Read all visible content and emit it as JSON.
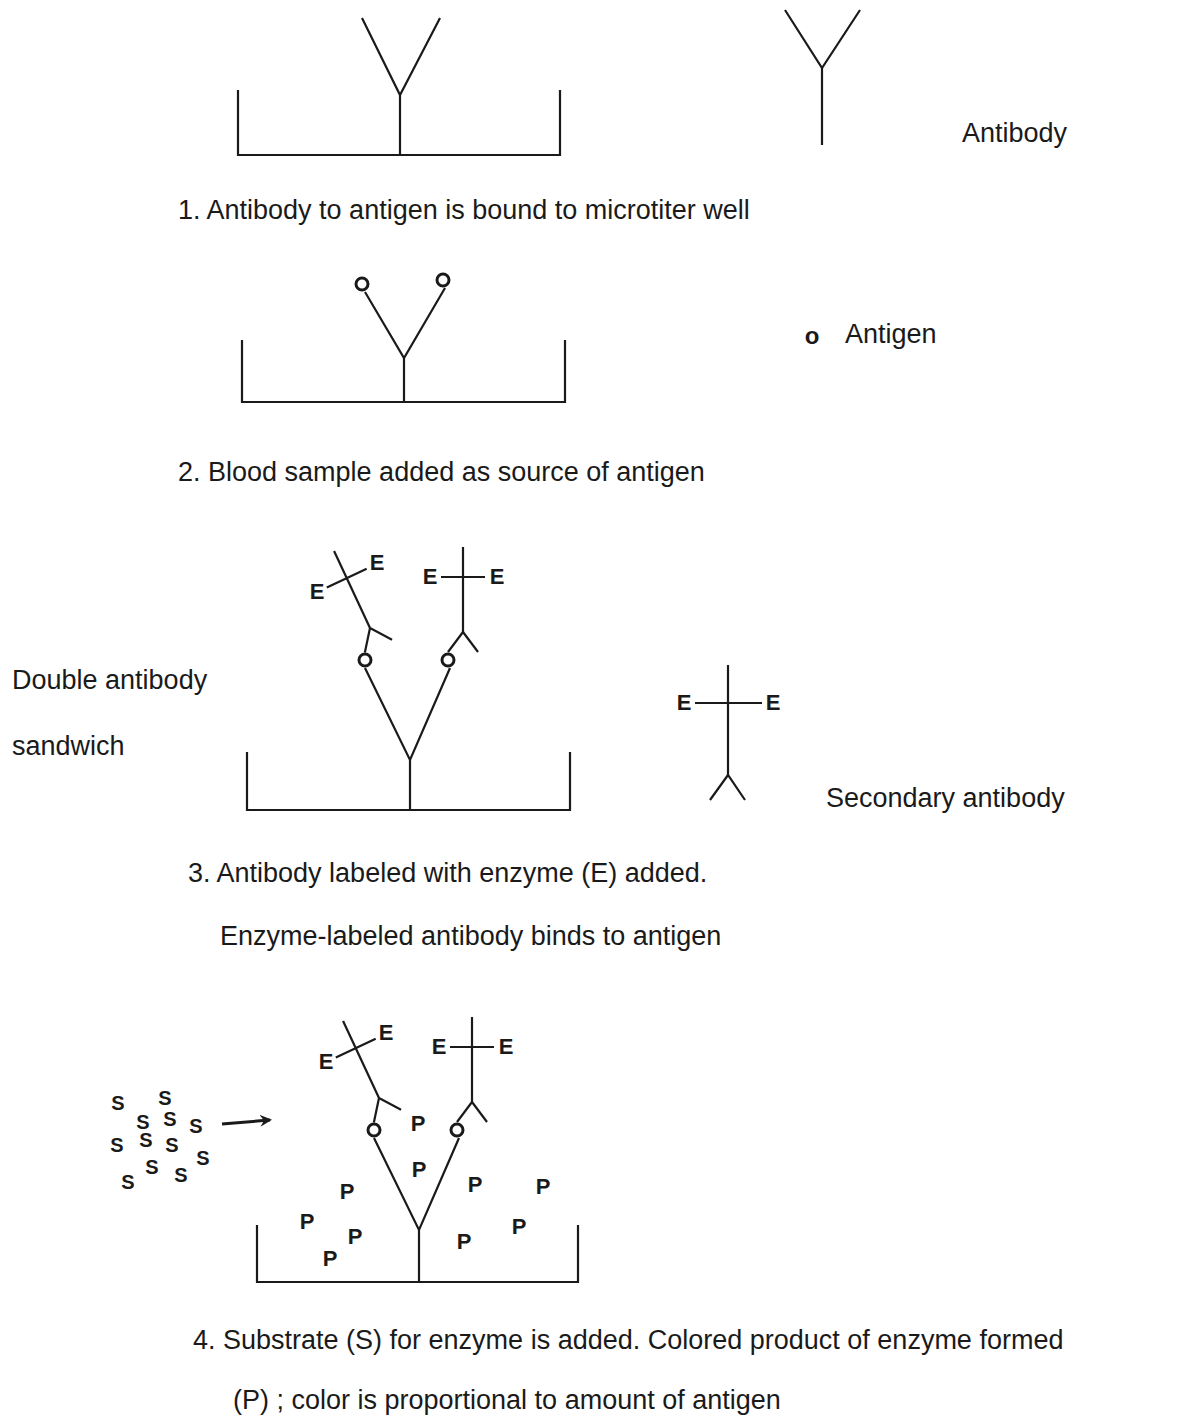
{
  "diagram": {
    "labels": [
      "Antibody",
      "1. Antibody to antigen is bound to microtiter well",
      "o",
      "Antigen",
      "2. Blood sample added as source of antigen",
      "Double antibody sandwich",
      "E",
      "E",
      "E",
      "E",
      "E",
      "E",
      "Secondary antibody",
      "3. Antibody labeled with enzyme (E) added.",
      "Enzyme-labeled antibody binds to antigen",
      "S",
      "S",
      "S",
      "S",
      "S",
      "S",
      "S",
      "S",
      "S",
      "S",
      "S",
      "S",
      "P",
      "P",
      "P",
      "P",
      "P",
      "P",
      "P",
      "P",
      "P",
      "P",
      "E",
      "E",
      "E",
      "E",
      "4. Substrate (S) for enzyme is added. Colored product of enzyme formed",
      "(P) ; color is proportional to amount of antigen"
    ]
  }
}
